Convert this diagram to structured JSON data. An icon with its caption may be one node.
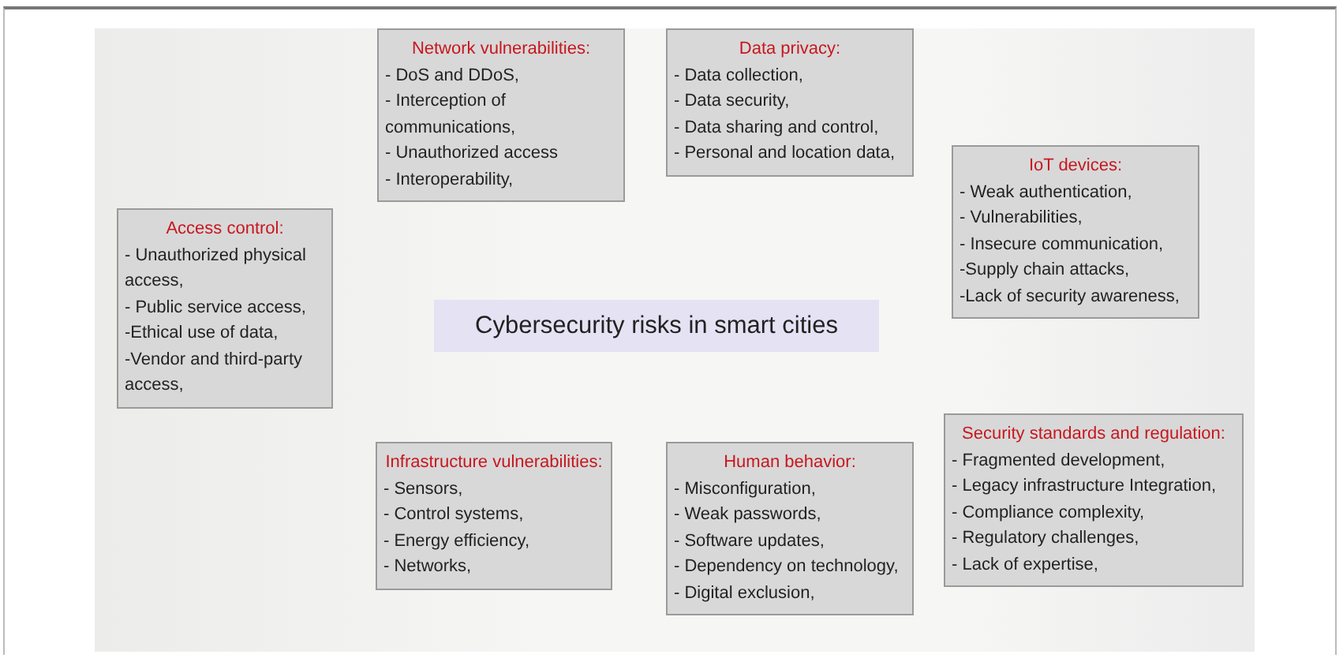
{
  "diagram": {
    "nodes": [
      {
        "text": [
          "Network vulnerabilities:",
          "- DoS and DDoS,",
          "- Interception of communications,",
          "- Unauthorized access",
          "- Interoperability,"
        ]
      },
      {
        "text": [
          "Data privacy:",
          "- Data collection,",
          "- Data security,",
          "- Data sharing and control,",
          "- Personal and location data,"
        ]
      },
      {
        "text": [
          "IoT devices:",
          "- Weak authentication,",
          "- Vulnerabilities,",
          "- Insecure communication,",
          "-Supply chain attacks,",
          "-Lack of security awareness,"
        ]
      },
      {
        "text": [
          "Access control:",
          "- Unauthorized physical access,",
          "- Public service access,",
          "-Ethical use of data,",
          "-Vendor and third-party access,"
        ]
      },
      {
        "text": [
          "Cybersecurity risks in smart cities"
        ]
      },
      {
        "text": [
          "Infrastructure vulnerabilities:",
          "- Sensors,",
          "- Control systems,",
          "- Energy efficiency,",
          "- Networks,"
        ]
      },
      {
        "text": [
          "Human behavior:",
          "- Misconfiguration,",
          "- Weak passwords,",
          "- Software updates,",
          "- Dependency on technology,",
          "- Digital exclusion,"
        ]
      },
      {
        "text": [
          "Security standards and regulation:",
          "- Fragmented development,",
          "- Legacy infrastructure Integration,",
          "- Compliance complexity,",
          "- Regulatory challenges,",
          "- Lack of expertise,"
        ]
      }
    ]
  }
}
